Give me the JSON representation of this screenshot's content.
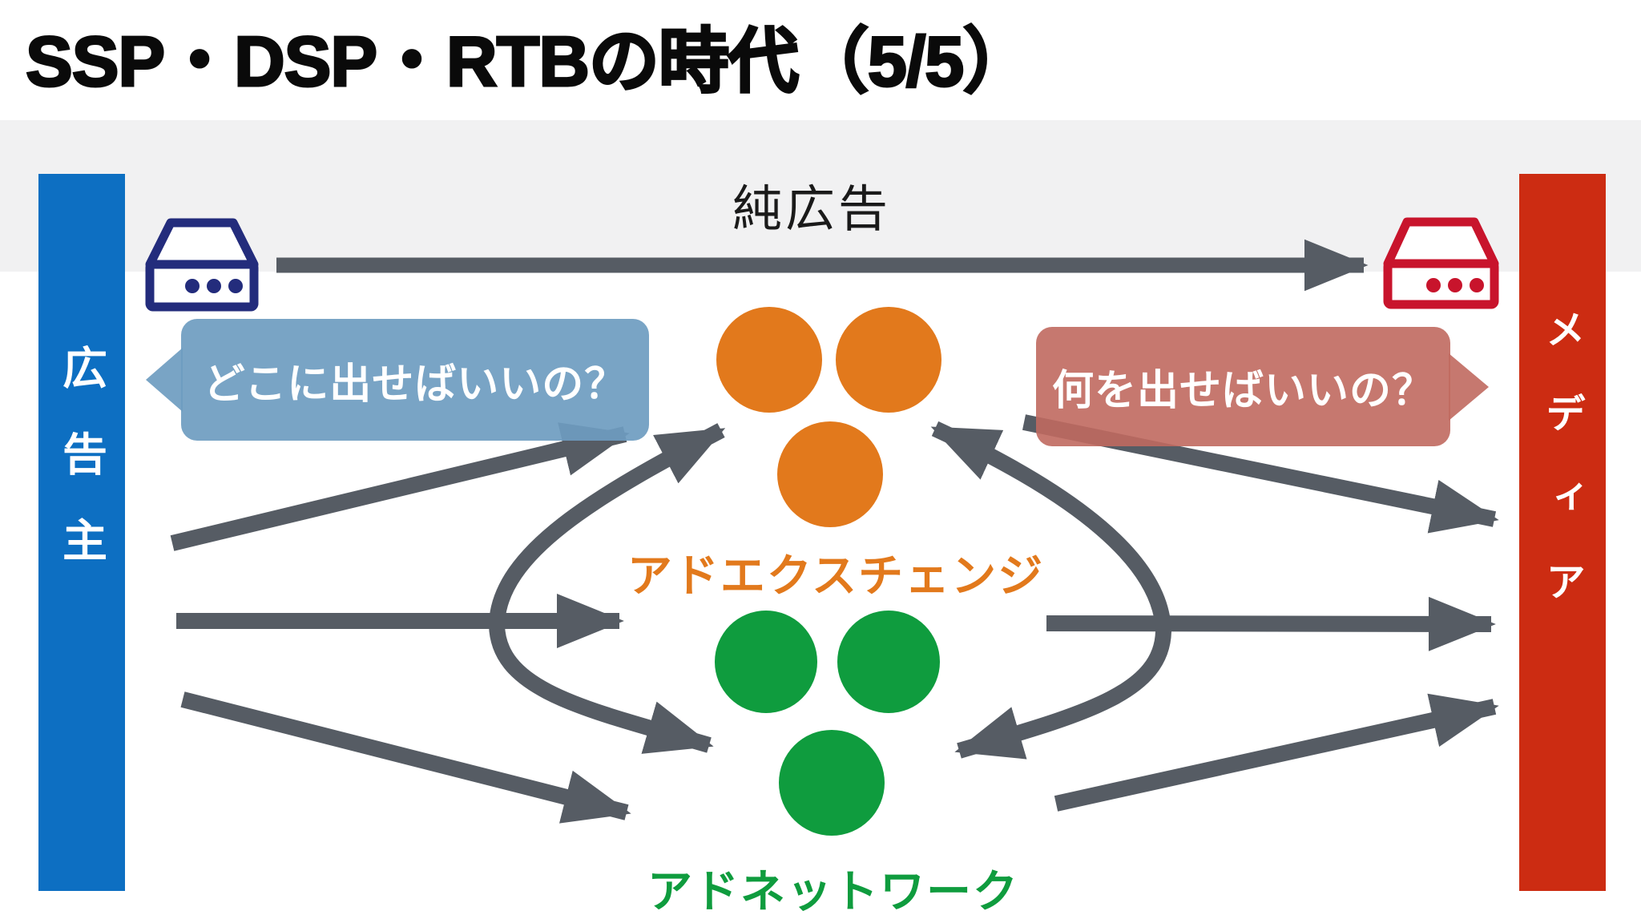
{
  "title": "SSP・DSP・RTBの時代（5/5）",
  "top_flow": {
    "label": "純広告"
  },
  "left_bar": {
    "label": "広告主"
  },
  "right_bar": {
    "label": "メディア"
  },
  "bubbles": {
    "advertiser_question": "どこに出せばいいの？",
    "media_question": "何を出せばいいの？"
  },
  "clusters": {
    "ad_exchange_label": "アドエクスチェンジ",
    "ad_network_label": "アドネットワーク"
  },
  "icons": {
    "advertiser_icon": "server-icon",
    "media_icon": "server-icon"
  },
  "colors": {
    "page_background": "#ffffff",
    "band_gray": "#f1f1f2",
    "title_black": "#0a0a0a",
    "arrow_gray": "#565c64",
    "advertiser_blue": "#0d6fc2",
    "media_red": "#cc2c12",
    "exchange_orange": "#e2791c",
    "network_green": "#0f9c3e",
    "advertiser_server_navy": "#232c7c",
    "media_server_red": "#c8142c",
    "advertiser_bubble_blue": "rgba(110,156,192,0.92)",
    "media_bubble_red": "rgba(192,105,95,0.90)",
    "bubble_text": "#ffffff",
    "label_black": "#1a1a1a"
  }
}
